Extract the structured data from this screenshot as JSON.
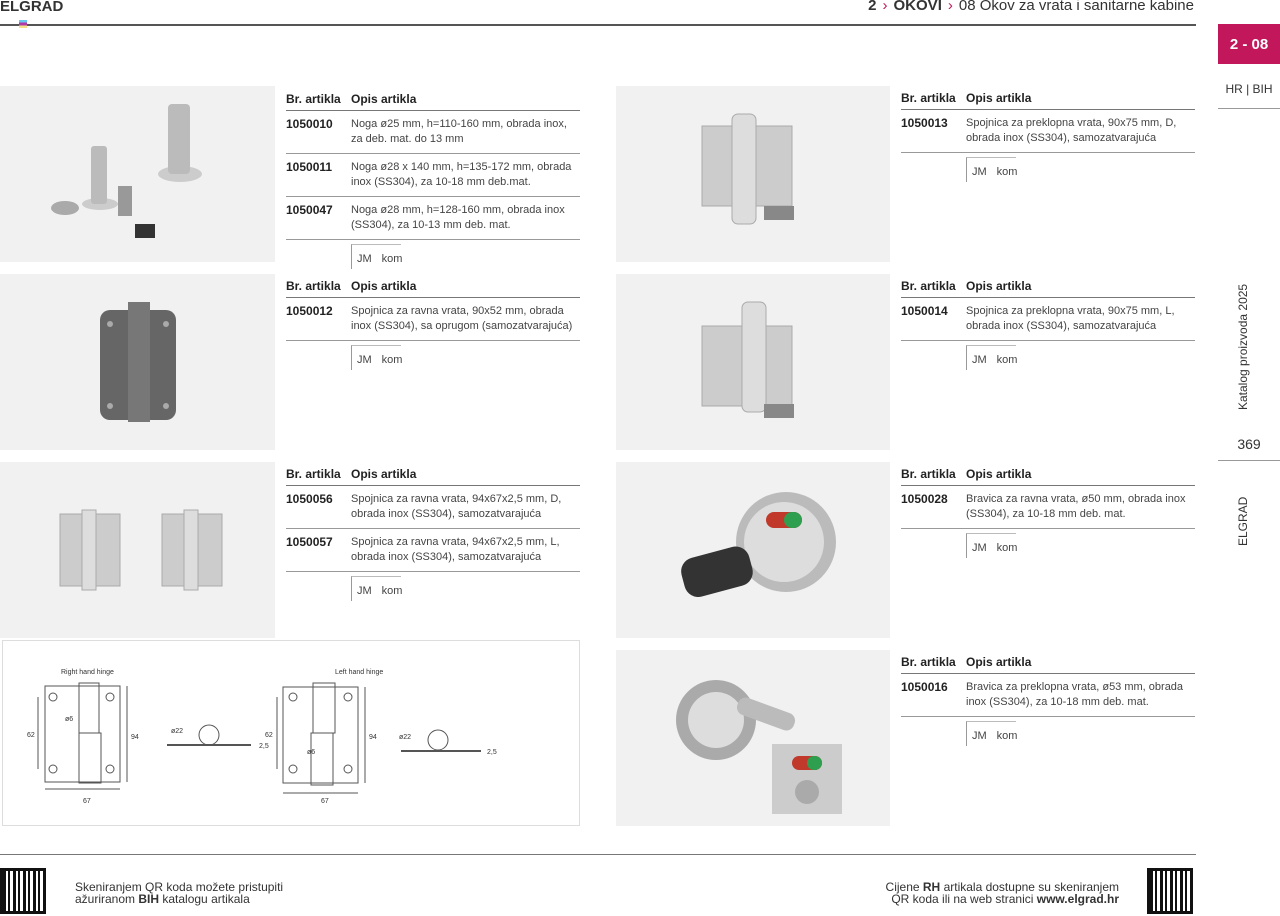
{
  "header": {
    "brand": "ELGRAD",
    "crumb_chapter": "2",
    "crumb_section": "OKOVI",
    "crumb_sub_num": "08",
    "crumb_sub": "Okov za vrata i sanitarne kabine"
  },
  "side": {
    "tab": "2 - 08",
    "lang": "HR | BIH",
    "catalog": "Katalog proizvoda 2025",
    "page": "369",
    "brand": "ELGRAD",
    "accent": "#c2185b"
  },
  "table_headers": {
    "code": "Br. artikla",
    "desc": "Opis artikla"
  },
  "unit": {
    "label": "JM",
    "value": "kom"
  },
  "blocks": [
    {
      "rows": [
        {
          "code": "1050010",
          "desc": "Noga ø25 mm, h=110-160 mm, obrada inox, za deb. mat. do 13 mm"
        },
        {
          "code": "1050011",
          "desc": "Noga ø28 x 140 mm, h=135-172 mm, obrada inox (SS304), za 10-18 mm deb.mat."
        },
        {
          "code": "1050047",
          "desc": "Noga ø28 mm, h=128-160 mm, obrada inox (SS304), za 10-13 mm deb. mat."
        }
      ]
    },
    {
      "rows": [
        {
          "code": "1050013",
          "desc": "Spojnica za preklopna vrata, 90x75 mm, D, obrada inox (SS304), samozatvarajuća"
        }
      ]
    },
    {
      "rows": [
        {
          "code": "1050012",
          "desc": "Spojnica za ravna vrata, 90x52 mm, obrada inox (SS304), sa oprugom (samozatvarajuća)"
        }
      ]
    },
    {
      "rows": [
        {
          "code": "1050014",
          "desc": "Spojnica za preklopna vrata, 90x75 mm, L, obrada inox (SS304), samozatvarajuća"
        }
      ]
    },
    {
      "rows": [
        {
          "code": "1050056",
          "desc": "Spojnica za ravna vrata, 94x67x2,5 mm, D, obrada inox (SS304), samozatvarajuća"
        },
        {
          "code": "1050057",
          "desc": "Spojnica za ravna vrata, 94x67x2,5 mm, L, obrada inox (SS304), samozatvarajuća"
        }
      ]
    },
    {
      "rows": [
        {
          "code": "1050028",
          "desc": "Bravica za ravna vrata, ø50 mm, obrada inox (SS304), za 10-18 mm deb. mat."
        }
      ]
    },
    {
      "rows": [
        {
          "code": "1050016",
          "desc": "Bravica za preklopna vrata, ø53 mm, obrada inox (SS304), za 10-18 mm deb. mat."
        }
      ]
    }
  ],
  "diagram": {
    "right_title": "Right hand hinge",
    "left_title": "Left hand hinge",
    "hole": "ø6",
    "height": "62",
    "total": "94",
    "width": "67",
    "pin": "ø22",
    "thick": "2,5"
  },
  "footer": {
    "left_1": "Skeniranjem QR koda možete pristupiti",
    "left_2a": "ažuriranom ",
    "left_2b": "BIH",
    "left_2c": " katalogu artikala",
    "right_1a": "Cijene ",
    "right_1b": "RH",
    "right_1c": " artikala dostupne su skeniranjem",
    "right_2a": "QR koda ili na web stranici ",
    "right_2b": "www.elgrad.hr"
  }
}
